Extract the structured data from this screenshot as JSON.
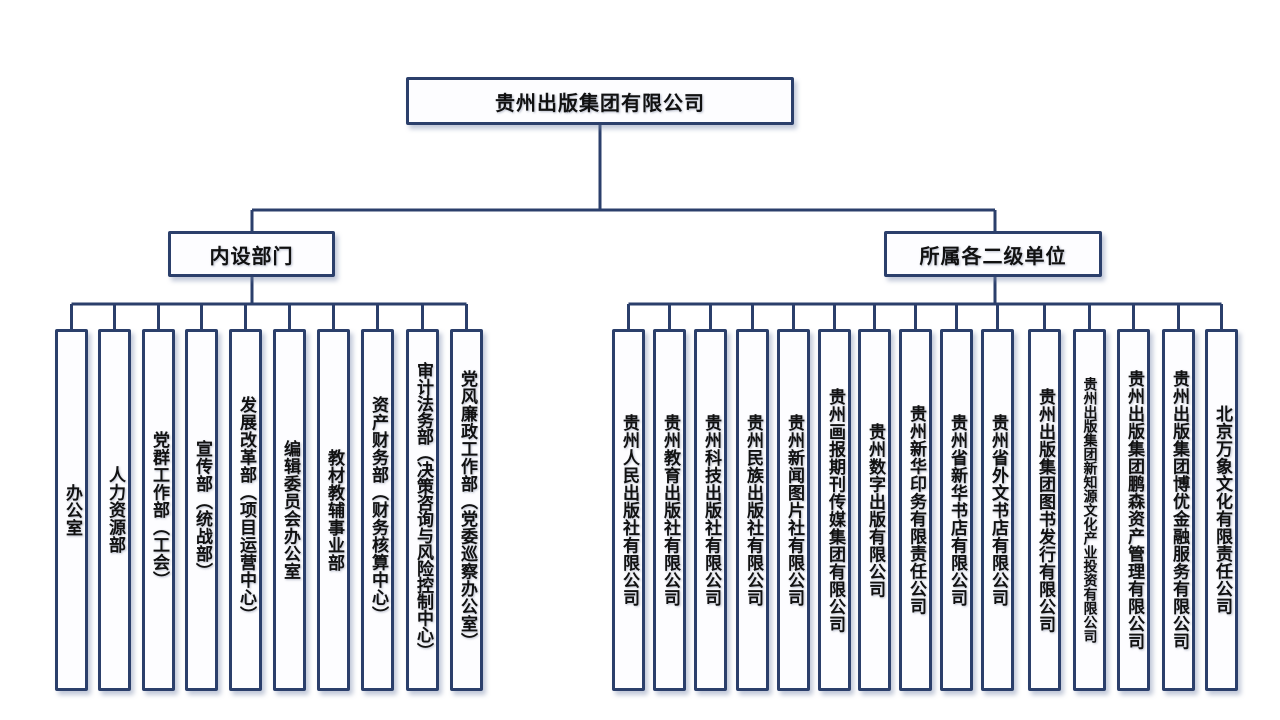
{
  "root": {
    "label": "贵州出版集团有限公司"
  },
  "branches": [
    {
      "label": "内设部门",
      "children": [
        "办公室",
        "人力资源部",
        "党群工作部（工会）",
        "宣传部（统战部）",
        "发展改革部（项目运营中心）",
        "编辑委员会办公室",
        "教材教辅事业部",
        "资产财务部（财务核算中心）",
        "审计法务部（决策咨询与风险控制中心）",
        "党风廉政工作部（党委巡察办公室）"
      ]
    },
    {
      "label": "所属各二级单位",
      "children": [
        "贵州人民出版社有限公司",
        "贵州教育出版社有限公司",
        "贵州科技出版社有限公司",
        "贵州民族出版社有限公司",
        "贵州新闻图片社有限公司",
        "贵州画报期刊传媒集团有限公司",
        "贵州数字出版有限公司",
        "贵州新华印务有限责任公司",
        "贵州省新华书店有限公司",
        "贵州省外文书店有限公司",
        "贵州出版集团图书发行有限公司",
        "贵州出版集团新知源文化产业投资有限公司",
        "贵州出版集团鹏森资产管理有限公司",
        "贵州出版集团博优金融服务有限公司",
        "北京万象文化有限责任公司"
      ]
    }
  ],
  "colors": {
    "border": "#2b3f6b",
    "line": "#2b3f6b",
    "text": "#111111"
  }
}
